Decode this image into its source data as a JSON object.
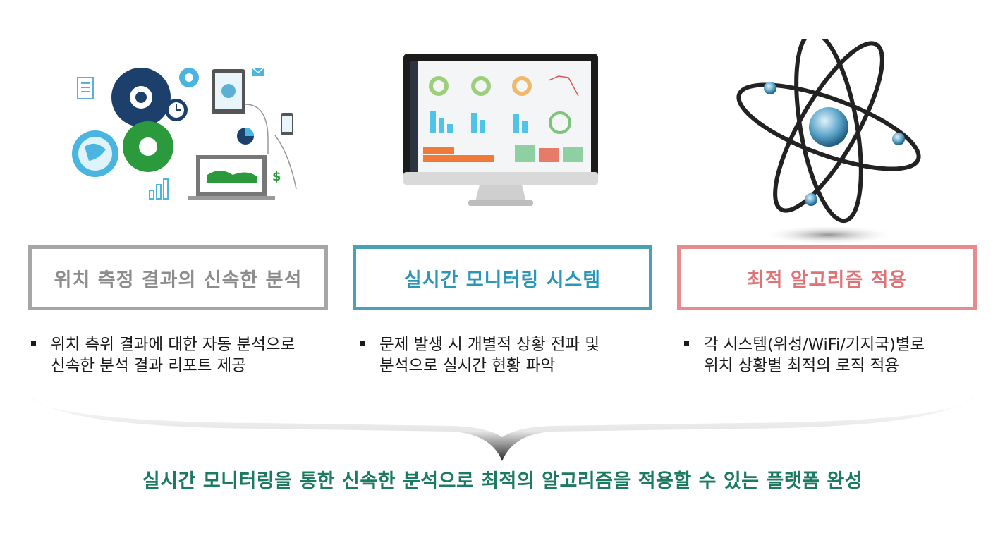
{
  "cards": [
    {
      "title": "위치 측정 결과의 신속한 분석",
      "lines": [
        "위치 측위 결과에 대한 자동 분석으로",
        "신속한 분석 결과 리포트 제공"
      ]
    },
    {
      "title": "실시간 모니터링 시스템",
      "lines": [
        "문제 발생 시 개별적 상황 전파 및",
        "분석으로 실시간 현황 파악"
      ]
    },
    {
      "title": "최적 알고리즘 적용",
      "lines": [
        "각 시스템(위성/WiFi/기지국)별로",
        "위치 상황별 최적의 로직 적용"
      ]
    }
  ],
  "conclusion": "실시간 모니터링을 통한 신속한 분석으로 최적의 알고리즘을 적용할 수 있는 플랫폼 완성",
  "colors": {
    "card_1_border": "#a6a6a6",
    "card_2_border": "#4aa0b5",
    "card_3_border": "#e98b8e",
    "conclusion_text": "#1b7a62"
  }
}
